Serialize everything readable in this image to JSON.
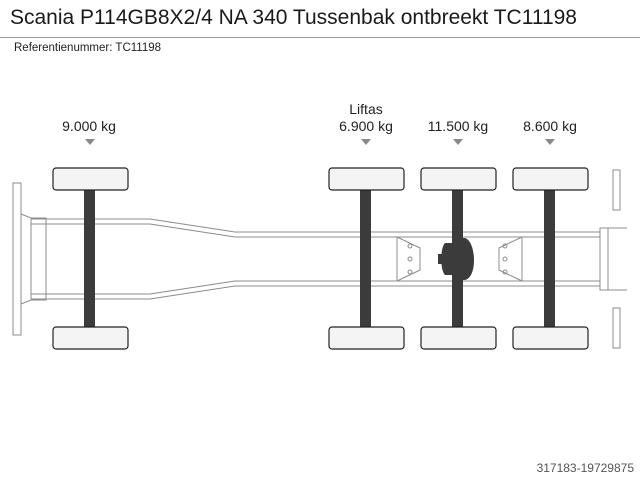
{
  "header": {
    "title": "Scania P114GB8X2/4 NA 340 Tussenbak ontbreekt TC11198",
    "reference": "Referentienummer: TC11198"
  },
  "axles": [
    {
      "id": "axle-1",
      "weight": "9.000 kg",
      "note": ""
    },
    {
      "id": "axle-2",
      "weight": "6.900 kg",
      "note": "Liftas"
    },
    {
      "id": "axle-3",
      "weight": "11.500 kg",
      "note": ""
    },
    {
      "id": "axle-4",
      "weight": "8.600 kg",
      "note": ""
    }
  ],
  "footer": {
    "code": "317183-19729875"
  },
  "colors": {
    "line": "#8c8c8c",
    "tire_fill": "#f4f4f4",
    "tire_stroke": "#222222",
    "axle": "#3b3b3b",
    "arrow": "#888888"
  }
}
